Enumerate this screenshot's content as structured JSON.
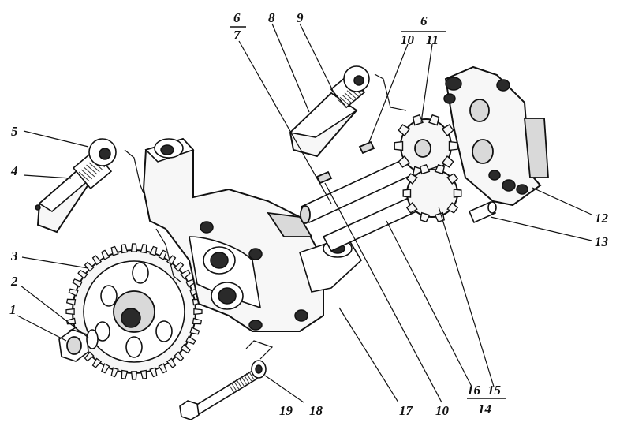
{
  "callouts": {
    "c1": "1",
    "c2": "2",
    "c3": "3",
    "c4": "4",
    "c5": "5",
    "c6a_num": "6",
    "c6a_den": "7",
    "c8": "8",
    "c9": "9",
    "c6b_num": "6",
    "c6b_den_left": "10",
    "c6b_den_right": "11",
    "c12": "12",
    "c13": "13",
    "c10b": "10",
    "c14_num_left": "16",
    "c14_num_right": "15",
    "c14_den": "14",
    "c17": "17",
    "c18": "18",
    "c19": "19"
  }
}
